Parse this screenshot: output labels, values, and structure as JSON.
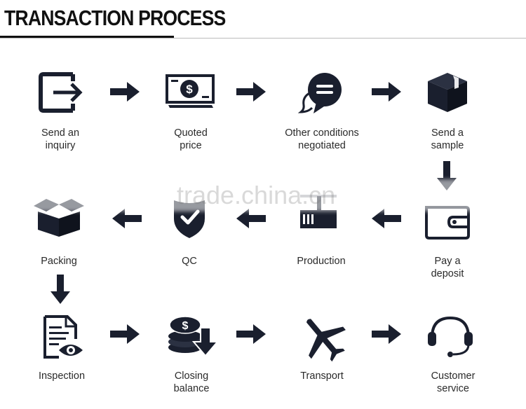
{
  "title": "TRANSACTION PROCESS",
  "watermark": "trade.china.cn",
  "colors": {
    "icon": "#1a1f2e",
    "text": "#2a2a2a"
  },
  "steps": [
    {
      "icon": "exit-arrow-icon",
      "line1": "Send an",
      "line2": "inquiry"
    },
    {
      "icon": "banknote-icon",
      "line1": "Quoted",
      "line2": "price"
    },
    {
      "icon": "chat-bubbles-icon",
      "line1": "Other conditions",
      "line2": "negotiated"
    },
    {
      "icon": "box-icon",
      "line1": "Send a",
      "line2": "sample"
    },
    {
      "icon": "wallet-icon",
      "line1": "Pay a",
      "line2": "deposit"
    },
    {
      "icon": "factory-icon",
      "line1": "Production",
      "line2": ""
    },
    {
      "icon": "shield-check-icon",
      "line1": "QC",
      "line2": ""
    },
    {
      "icon": "open-box-icon",
      "line1": "Packing",
      "line2": ""
    },
    {
      "icon": "document-eye-icon",
      "line1": "Inspection",
      "line2": ""
    },
    {
      "icon": "coins-down-icon",
      "line1": "Closing",
      "line2": "balance"
    },
    {
      "icon": "airplane-icon",
      "line1": "Transport",
      "line2": ""
    },
    {
      "icon": "headset-icon",
      "line1": "Customer",
      "line2": "service"
    }
  ]
}
